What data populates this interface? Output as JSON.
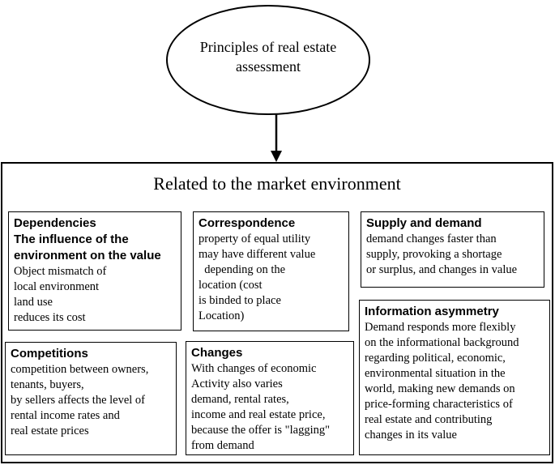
{
  "top_node": {
    "lines": [
      "Principles of real estate",
      "assessment"
    ]
  },
  "section_title": "Related to the market environment",
  "boxes": {
    "dependencies": {
      "heading": [
        "Dependencies",
        "The influence of the",
        "environment on the value"
      ],
      "body": [
        "Object mismatch of",
        "local environment",
        "land use",
        "reduces its cost"
      ]
    },
    "correspondence": {
      "heading": [
        "Correspondence"
      ],
      "body": [
        "property of equal utility",
        "may have different value",
        "  depending on the",
        "location (cost",
        "is binded to place",
        "Location)"
      ]
    },
    "supply_demand": {
      "heading": [
        "Supply and demand"
      ],
      "body": [
        "demand changes faster than",
        "supply, provoking a shortage",
        "or surplus, and changes in value"
      ]
    },
    "information_asymmetry": {
      "heading": [
        "Information asymmetry"
      ],
      "body": [
        "Demand responds more flexibly",
        "on the informational background",
        "regarding political, economic,",
        "environmental situation in the",
        "world, making new demands on",
        "price-forming characteristics of",
        "real estate and contributing",
        "changes in its value"
      ]
    },
    "competitions": {
      "heading": [
        "Competitions"
      ],
      "body": [
        "competition between owners,",
        "tenants, buyers,",
        "by sellers affects the level of",
        "rental income rates and",
        "real estate prices"
      ]
    },
    "changes": {
      "heading": [
        "Changes"
      ],
      "body": [
        "With changes of economic",
        "Activity also varies",
        "demand, rental rates,",
        "income and real estate price,",
        "because the offer is \"lagging\"",
        "from demand"
      ]
    }
  }
}
